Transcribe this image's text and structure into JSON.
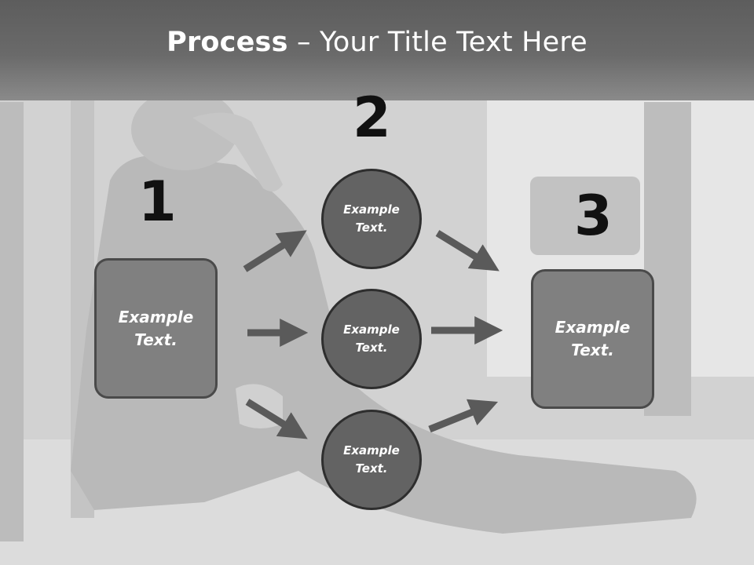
{
  "title": {
    "bold": "Process",
    "rest": " – Your Title Text Here"
  },
  "steps": [
    {
      "number": "1",
      "text": "Example\nText."
    },
    {
      "number": "2"
    },
    {
      "number": "3",
      "text": "Example\nText."
    }
  ],
  "circles": [
    {
      "text": "Example\nText."
    },
    {
      "text": "Example\nText."
    },
    {
      "text": "Example\nText."
    }
  ],
  "colors": {
    "title_bar": "#5d5d5d",
    "box_fill": "#808080",
    "circle_fill": "#636363",
    "arrow": "#5a5a5a"
  }
}
